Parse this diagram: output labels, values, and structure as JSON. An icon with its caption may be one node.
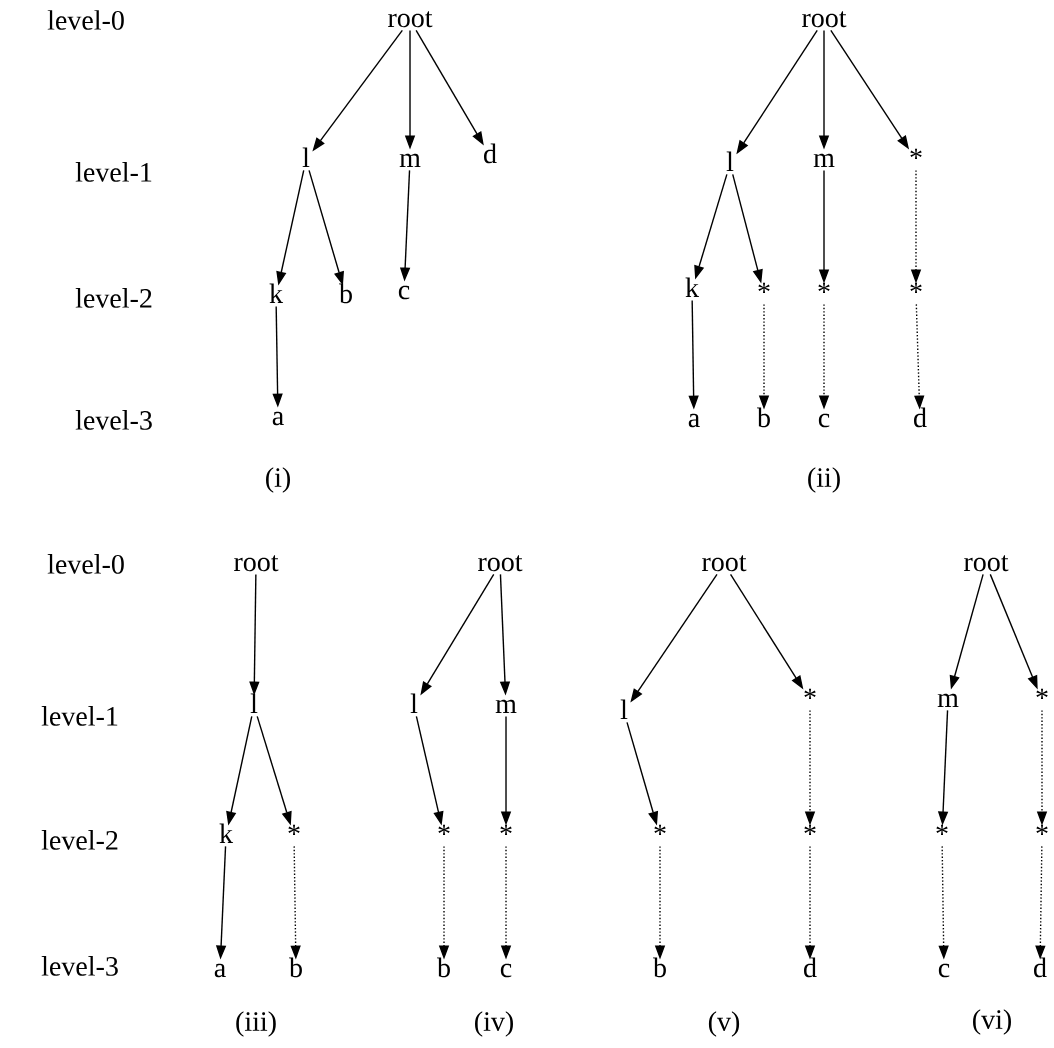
{
  "diagram": {
    "nodes": [
      {
        "text": [
          "root"
        ]
      },
      {
        "text": [
          "l"
        ]
      },
      {
        "text": [
          "m"
        ]
      },
      {
        "text": [
          "d"
        ]
      },
      {
        "text": [
          "k"
        ]
      },
      {
        "text": [
          "b"
        ]
      },
      {
        "text": [
          "c"
        ]
      },
      {
        "text": [
          "a"
        ]
      },
      {
        "text": [
          "root"
        ]
      },
      {
        "text": [
          "l"
        ]
      },
      {
        "text": [
          "m"
        ]
      },
      {
        "text": [
          "*"
        ]
      },
      {
        "text": [
          "k"
        ]
      },
      {
        "text": [
          "*"
        ]
      },
      {
        "text": [
          "*"
        ]
      },
      {
        "text": [
          "*"
        ]
      },
      {
        "text": [
          "a"
        ]
      },
      {
        "text": [
          "b"
        ]
      },
      {
        "text": [
          "c"
        ]
      },
      {
        "text": [
          "d"
        ]
      },
      {
        "text": [
          "root"
        ]
      },
      {
        "text": [
          "l"
        ]
      },
      {
        "text": [
          "k"
        ]
      },
      {
        "text": [
          "*"
        ]
      },
      {
        "text": [
          "a"
        ]
      },
      {
        "text": [
          "b"
        ]
      },
      {
        "text": [
          "root"
        ]
      },
      {
        "text": [
          "l"
        ]
      },
      {
        "text": [
          "m"
        ]
      },
      {
        "text": [
          "*"
        ]
      },
      {
        "text": [
          "*"
        ]
      },
      {
        "text": [
          "b"
        ]
      },
      {
        "text": [
          "c"
        ]
      },
      {
        "text": [
          "root"
        ]
      },
      {
        "text": [
          "l"
        ]
      },
      {
        "text": [
          "*"
        ]
      },
      {
        "text": [
          "*"
        ]
      },
      {
        "text": [
          "*"
        ]
      },
      {
        "text": [
          "b"
        ]
      },
      {
        "text": [
          "d"
        ]
      },
      {
        "text": [
          "root"
        ]
      },
      {
        "text": [
          "m"
        ]
      },
      {
        "text": [
          "*"
        ]
      },
      {
        "text": [
          "*"
        ]
      },
      {
        "text": [
          "*"
        ]
      },
      {
        "text": [
          "c"
        ]
      },
      {
        "text": [
          "d"
        ]
      }
    ],
    "edges": [
      {
        "from": 0,
        "to": 1,
        "arrow": "to"
      },
      {
        "from": 0,
        "to": 2,
        "arrow": "to"
      },
      {
        "from": 0,
        "to": 3,
        "arrow": "to"
      },
      {
        "from": 1,
        "to": 4,
        "arrow": "to"
      },
      {
        "from": 1,
        "to": 5,
        "arrow": "to"
      },
      {
        "from": 2,
        "to": 6,
        "arrow": "to"
      },
      {
        "from": 4,
        "to": 7,
        "arrow": "to"
      },
      {
        "from": 8,
        "to": 9,
        "arrow": "to"
      },
      {
        "from": 8,
        "to": 10,
        "arrow": "to"
      },
      {
        "from": 8,
        "to": 11,
        "arrow": "to"
      },
      {
        "from": 9,
        "to": 12,
        "arrow": "to"
      },
      {
        "from": 9,
        "to": 13,
        "arrow": "to"
      },
      {
        "from": 10,
        "to": 14,
        "arrow": "to"
      },
      {
        "from": 11,
        "to": 15,
        "arrow": "to",
        "style": "dashed"
      },
      {
        "from": 12,
        "to": 16,
        "arrow": "to"
      },
      {
        "from": 13,
        "to": 17,
        "arrow": "to",
        "style": "dashed"
      },
      {
        "from": 14,
        "to": 18,
        "arrow": "to",
        "style": "dashed"
      },
      {
        "from": 15,
        "to": 19,
        "arrow": "to",
        "style": "dashed"
      },
      {
        "from": 20,
        "to": 21,
        "arrow": "to"
      },
      {
        "from": 21,
        "to": 22,
        "arrow": "to"
      },
      {
        "from": 21,
        "to": 23,
        "arrow": "to"
      },
      {
        "from": 22,
        "to": 24,
        "arrow": "to"
      },
      {
        "from": 23,
        "to": 25,
        "arrow": "to",
        "style": "dashed"
      },
      {
        "from": 26,
        "to": 27,
        "arrow": "to"
      },
      {
        "from": 26,
        "to": 28,
        "arrow": "to"
      },
      {
        "from": 27,
        "to": 29,
        "arrow": "to"
      },
      {
        "from": 28,
        "to": 30,
        "arrow": "to"
      },
      {
        "from": 29,
        "to": 31,
        "arrow": "to",
        "style": "dashed"
      },
      {
        "from": 30,
        "to": 32,
        "arrow": "to",
        "style": "dashed"
      },
      {
        "from": 33,
        "to": 34,
        "arrow": "to"
      },
      {
        "from": 33,
        "to": 35,
        "arrow": "to"
      },
      {
        "from": 34,
        "to": 36,
        "arrow": "to"
      },
      {
        "from": 35,
        "to": 37,
        "arrow": "to",
        "style": "dashed"
      },
      {
        "from": 36,
        "to": 38,
        "arrow": "to",
        "style": "dashed"
      },
      {
        "from": 37,
        "to": 39,
        "arrow": "to",
        "style": "dashed"
      },
      {
        "from": 40,
        "to": 41,
        "arrow": "to"
      },
      {
        "from": 40,
        "to": 42,
        "arrow": "to"
      },
      {
        "from": 41,
        "to": 43,
        "arrow": "to"
      },
      {
        "from": 42,
        "to": 44,
        "arrow": "to",
        "style": "dashed"
      },
      {
        "from": 43,
        "to": 45,
        "arrow": "to",
        "style": "dashed"
      },
      {
        "from": 44,
        "to": 46,
        "arrow": "to",
        "style": "dashed"
      }
    ],
    "labels": [
      "level-0",
      "level-1",
      "level-2",
      "level-3",
      "(i)",
      "(ii)",
      "level-0",
      "level-1",
      "level-2",
      "level-3",
      "(iii)",
      "(iv)",
      "(v)",
      "(vi)"
    ]
  }
}
